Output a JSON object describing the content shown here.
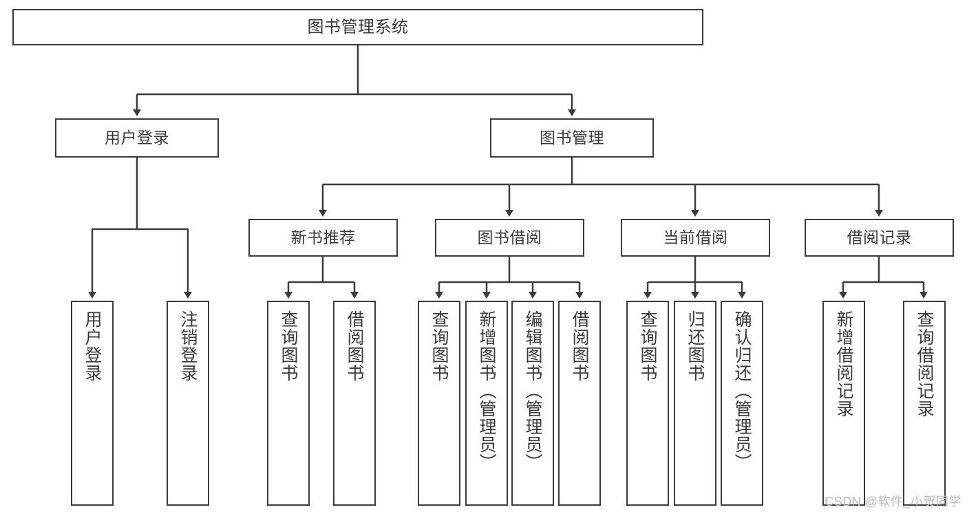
{
  "diagram": {
    "type": "tree",
    "title": "图书管理系统",
    "colors": {
      "stroke": "#3b3b3b",
      "text": "#3a3a3a",
      "background": "#ffffff",
      "watermark": "#b9b9b9"
    },
    "watermark": "CSDN @软件_小贺同学",
    "nodes": {
      "root": {
        "label": "图书管理系统"
      },
      "level2": [
        {
          "label": "用户登录"
        },
        {
          "label": "图书管理"
        }
      ],
      "level3": [
        {
          "label": "新书推荐"
        },
        {
          "label": "图书借阅"
        },
        {
          "label": "当前借阅"
        },
        {
          "label": "借阅记录"
        }
      ],
      "leaves_user_login": [
        {
          "label": "用户登录"
        },
        {
          "label": "注销登录"
        }
      ],
      "leaves_new_book": [
        {
          "label": "查询图书"
        },
        {
          "label": "借阅图书"
        }
      ],
      "leaves_borrow": [
        {
          "label": "查询图书"
        },
        {
          "label": "新增图书（管理员）"
        },
        {
          "label": "编辑图书（管理员）"
        },
        {
          "label": "借阅图书"
        }
      ],
      "leaves_current": [
        {
          "label": "查询图书"
        },
        {
          "label": "归还图书"
        },
        {
          "label": "确认归还（管理员）"
        }
      ],
      "leaves_records": [
        {
          "label": "新增借阅记录"
        },
        {
          "label": "查询借阅记录"
        }
      ]
    }
  }
}
